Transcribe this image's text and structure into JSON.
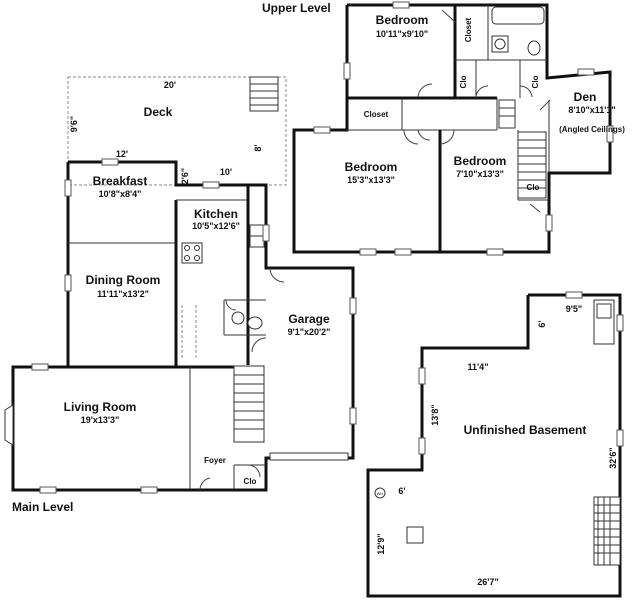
{
  "labels": {
    "upper_level": "Upper Level",
    "main_level": "Main Level"
  },
  "rooms": {
    "bedroom_top": {
      "name": "Bedroom",
      "dim": "10'11\"x9'10\""
    },
    "closet_vertical": {
      "name": "Closet"
    },
    "clo_upper_a": {
      "name": "Clo"
    },
    "clo_upper_b": {
      "name": "Clo"
    },
    "clo_upper_c": {
      "name": "Clo"
    },
    "closet_upper": {
      "name": "Closet"
    },
    "den": {
      "name": "Den",
      "dim": "8'10\"x11'1\"",
      "note": "(Angled Ceilings)"
    },
    "bedroom_left": {
      "name": "Bedroom",
      "dim": "15'3\"x13'3\""
    },
    "bedroom_right": {
      "name": "Bedroom",
      "dim": "7'10\"x13'3\""
    },
    "deck": {
      "name": "Deck"
    },
    "breakfast": {
      "name": "Breakfast",
      "dim": "10'8\"x8'4\""
    },
    "kitchen": {
      "name": "Kitchen",
      "dim": "10'5\"x12'6\""
    },
    "dining": {
      "name": "Dining Room",
      "dim": "11'11\"x13'2\""
    },
    "garage": {
      "name": "Garage",
      "dim": "9'1\"x20'2\""
    },
    "living": {
      "name": "Living Room",
      "dim": "19'x13'3\""
    },
    "foyer": {
      "name": "Foyer"
    },
    "clo_main": {
      "name": "Clo"
    },
    "basement": {
      "name": "Unfinished Basement"
    }
  },
  "measurements": {
    "deck_width": "20'",
    "deck_depth": "9'6\"",
    "deck_side": "8'",
    "breakfast_width": "12'",
    "deck_jog": "2'6\"",
    "kitchen_width": "10'",
    "basement_top_right": "9'5\"",
    "basement_notch": "6'",
    "basement_upper": "11'4\"",
    "basement_left_upper": "13'8\"",
    "basement_right": "32'6\"",
    "basement_inner": "6'",
    "basement_left_lower": "12'9\"",
    "basement_bottom": "26'7\""
  },
  "fixtures": {
    "water_heater": "WH"
  }
}
